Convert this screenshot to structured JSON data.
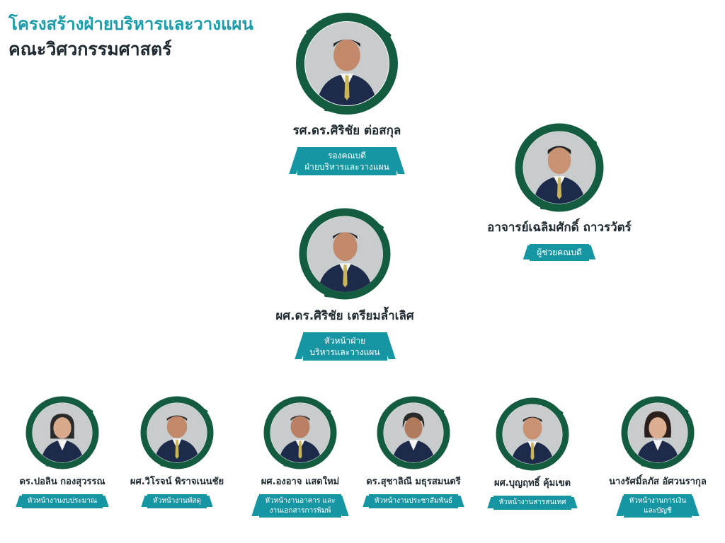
{
  "header": {
    "title_line1": "โครงสร้างฝ่ายบริหารและวางแผน",
    "title_line2": "คณะวิศวกรรมศาสตร์"
  },
  "colors": {
    "ring": "#145c3f",
    "ribbon": "#1696a3",
    "title": "#1a9cab",
    "text": "#1f2a30"
  },
  "people": [
    {
      "name": "รศ.ดร.ศิริชัย   ต่อสกุล",
      "role": "รองคณบดี\nฝ่ายบริหารและวางแผน"
    },
    {
      "name": "อาจารย์เฉลิมศักดิ์   ถาวรวัตร์",
      "role": "ผู้ช่วยคณบดี"
    },
    {
      "name": "ผศ.ดร.ศิริชัย    เตรียมล้ำเลิศ",
      "role": "หัวหน้าฝ่าย\nบริหารและวางแผน"
    },
    {
      "name": "ดร.ปอลิน กองสุวรรณ",
      "role": "หัวหน้างานงบประมาณ"
    },
    {
      "name": "ผศ.วิโรจน์   พิราจเนนชัย",
      "role": "หัวหน้างานพัสดุ"
    },
    {
      "name": "ผศ.องอาจ   แสดใหม่",
      "role": "หัวหน้างานอาคาร และ\nงานเอกสารการพิมพ์"
    },
    {
      "name": "ดร.สุชาลิณี  มธุรสมนตรี",
      "role": "หัวหน้างานประชาสัมพันธ์"
    },
    {
      "name": "ผศ.บุญฤทธิ์   คุ้มเขต",
      "role": "หัวหน้างานสารสนเทศ"
    },
    {
      "name": "นางรัศมิ์ลภัส  อัศวนรากุล",
      "role": "หัวหน้างานการเงิน\nและบัญชี"
    }
  ]
}
